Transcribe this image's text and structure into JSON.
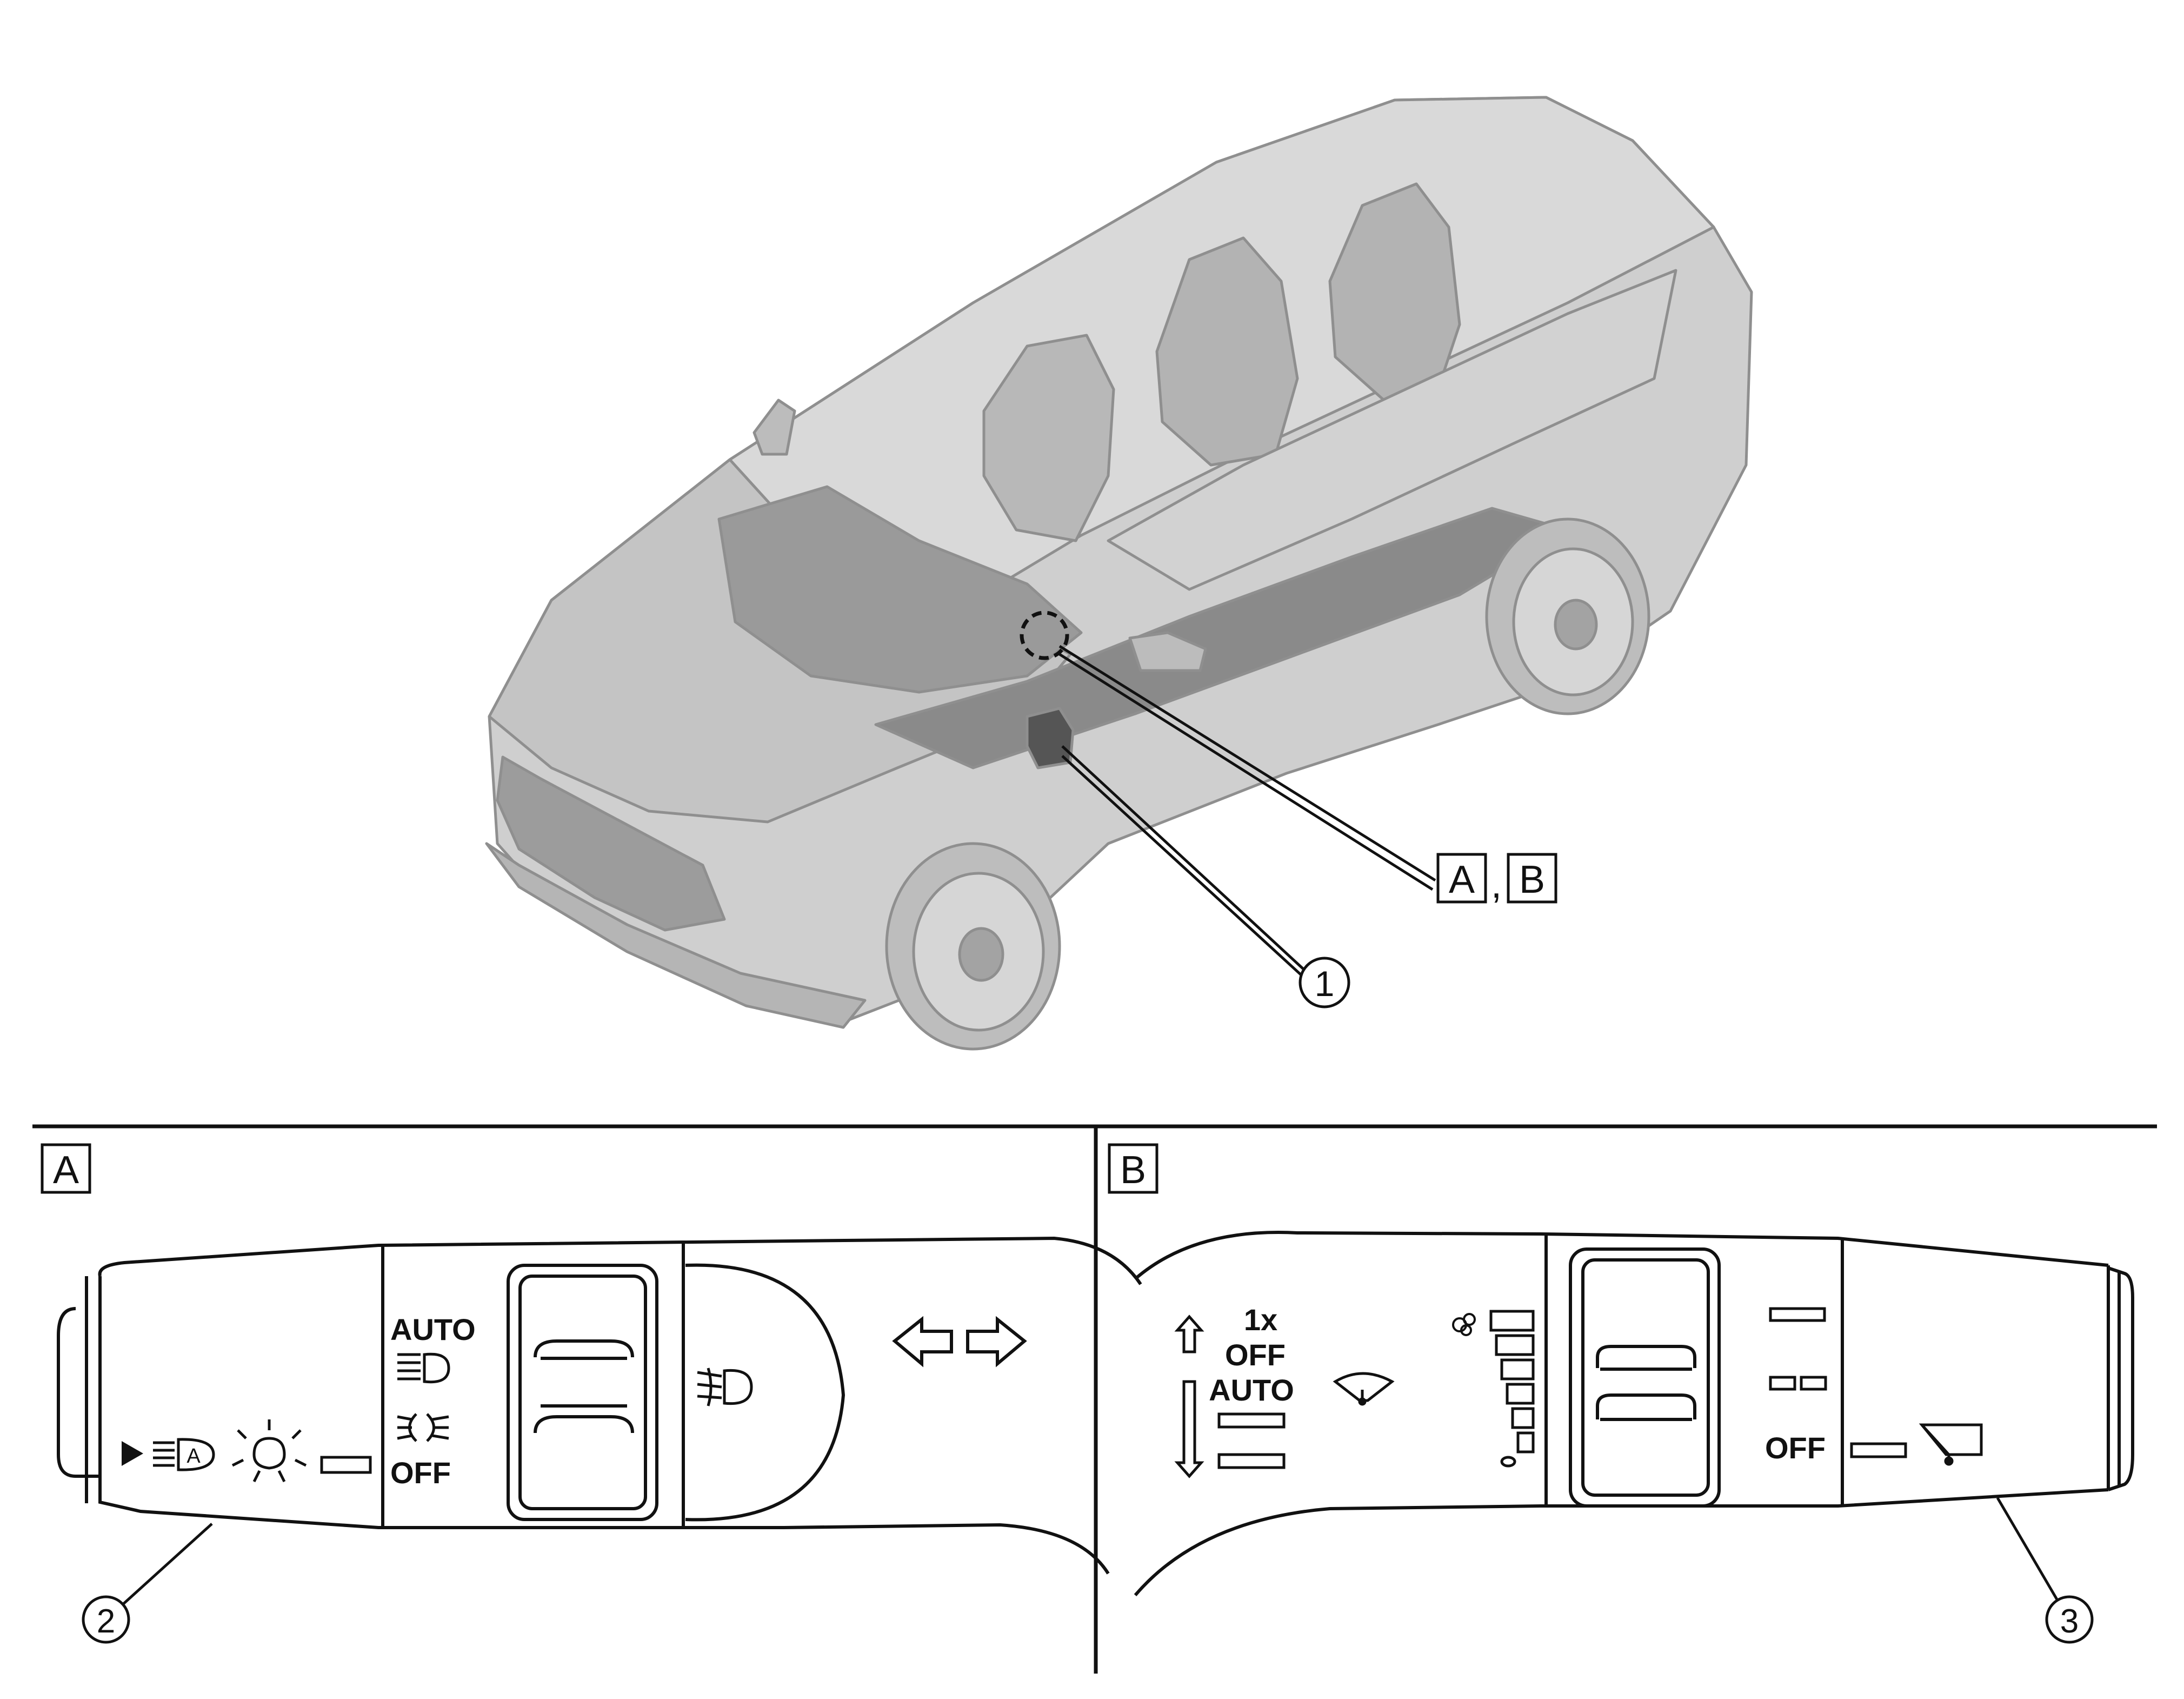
{
  "callouts": {
    "one": "1",
    "two": "2",
    "three": "3",
    "ab_a": "A",
    "ab_comma": ",",
    "ab_b": "B"
  },
  "panel_a": {
    "letter": "A",
    "auto": "AUTO",
    "off": "OFF"
  },
  "panel_b": {
    "letter": "B",
    "one_x": "1x",
    "off": "OFF",
    "auto": "AUTO",
    "off_right": "OFF"
  },
  "colors": {
    "line": "#111111",
    "car_body": "#c9c9c9",
    "car_shadow": "#a9a9a9",
    "car_dark": "#7d7d7d",
    "background": "#ffffff"
  },
  "icons": {
    "marker_circle": "dashed-circle-marker",
    "turn_signals": "turn-signal-arrows-icon",
    "fog_light": "fog-light-icon",
    "headlamp_auto": "headlamp-auto-icon",
    "parking_light": "parking-light-icon",
    "headlamp_high": "headlamp-icon",
    "side_lamp": "side-lamp-icon",
    "wiper": "wiper-icon",
    "rain_sensitivity": "rain-sensitivity-icon",
    "washer": "washer-icon"
  }
}
